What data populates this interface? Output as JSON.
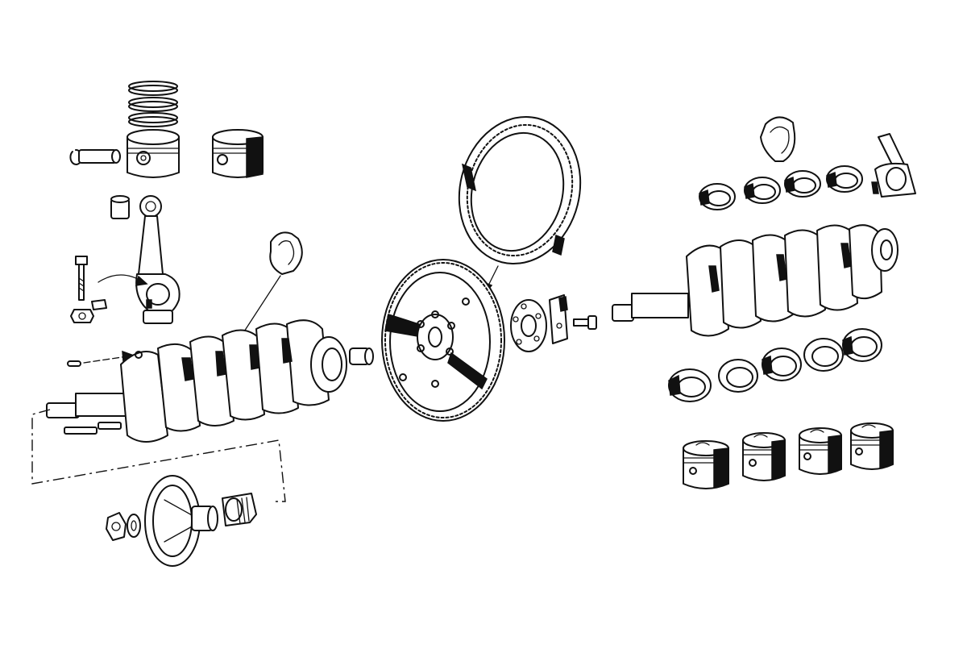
{
  "diagram": {
    "kind": "exploded-view",
    "colors": {
      "ink": "#111111",
      "paper": "#ffffff"
    },
    "parts": [
      {
        "id": "piston-rings",
        "icon": "piston-rings-icon"
      },
      {
        "id": "gudgeon-pin",
        "icon": "gudgeon-pin-icon"
      },
      {
        "id": "circlip",
        "icon": "circlip-icon"
      },
      {
        "id": "piston",
        "icon": "piston-icon"
      },
      {
        "id": "piston-alt",
        "icon": "piston-icon"
      },
      {
        "id": "small-end-bush",
        "icon": "bush-icon"
      },
      {
        "id": "connecting-rod",
        "icon": "connecting-rod-icon"
      },
      {
        "id": "big-end-bolt",
        "icon": "bolt-icon"
      },
      {
        "id": "nut",
        "icon": "nut-icon"
      },
      {
        "id": "lock-tab",
        "icon": "lock-tab-icon"
      },
      {
        "id": "thrust-washer",
        "icon": "thrust-washer-icon"
      },
      {
        "id": "crankshaft",
        "icon": "crankshaft-icon"
      },
      {
        "id": "dowel",
        "icon": "dowel-icon"
      },
      {
        "id": "woodruff-keys",
        "icon": "key-icon"
      },
      {
        "id": "spigot-bush",
        "icon": "bush-icon"
      },
      {
        "id": "crankshaft-pulley",
        "icon": "pulley-icon"
      },
      {
        "id": "timing-gear",
        "icon": "gear-icon"
      },
      {
        "id": "pulley-nut",
        "icon": "nut-icon"
      },
      {
        "id": "washer",
        "icon": "washer-icon"
      },
      {
        "id": "starter-ring-gear",
        "icon": "ring-gear-icon"
      },
      {
        "id": "flywheel",
        "icon": "flywheel-icon"
      },
      {
        "id": "flywheel-plate",
        "icon": "plate-icon"
      },
      {
        "id": "flywheel-lock-plate",
        "icon": "lock-plate-icon"
      },
      {
        "id": "flywheel-bolt",
        "icon": "bolt-icon"
      },
      {
        "id": "crankshaft-assembled",
        "icon": "crankshaft-icon"
      },
      {
        "id": "thrust-washer-right",
        "icon": "thrust-washer-icon"
      },
      {
        "id": "rod-assembly",
        "icon": "connecting-rod-icon"
      },
      {
        "id": "big-end-bearings",
        "icon": "bearing-shell-icon",
        "count": 4
      },
      {
        "id": "main-bearings",
        "icon": "bearing-shell-icon",
        "count": 5
      },
      {
        "id": "piston-set",
        "icon": "piston-icon",
        "count": 4
      }
    ]
  }
}
